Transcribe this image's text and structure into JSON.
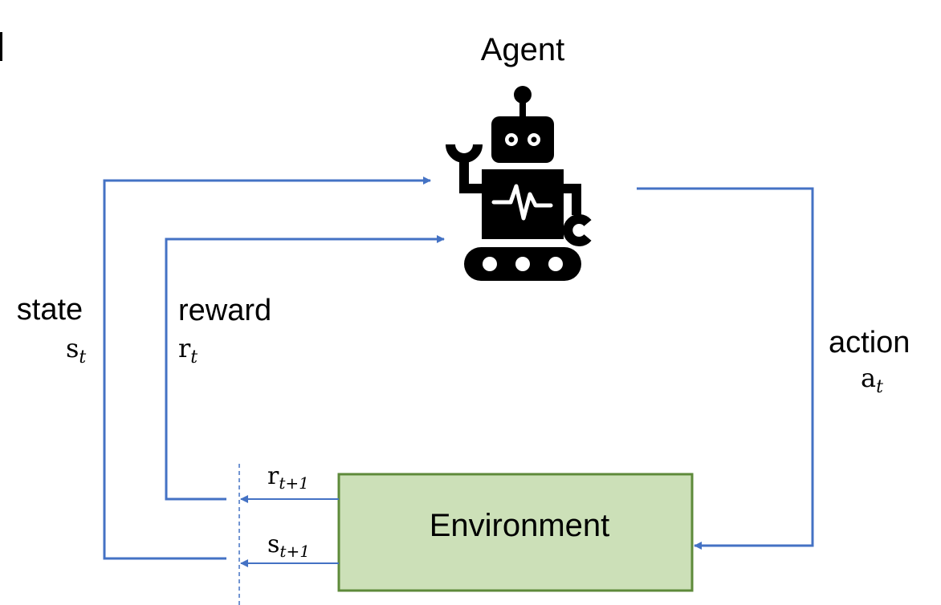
{
  "agent": {
    "title": "Agent",
    "icon": "robot-icon"
  },
  "environment": {
    "label": "Environment",
    "fill": "#cce0b8",
    "stroke": "#5e8a3a"
  },
  "state": {
    "word": "state",
    "symbol": "s",
    "subscript": "t"
  },
  "reward": {
    "word": "reward",
    "symbol": "r",
    "subscript": "t"
  },
  "action": {
    "word": "action",
    "symbol": "a",
    "subscript": "t"
  },
  "next_reward": {
    "symbol": "r",
    "subscript": "t+1"
  },
  "next_state": {
    "symbol": "s",
    "subscript": "t+1"
  },
  "colors": {
    "arrow": "#4472c4",
    "robot": "#000000"
  }
}
